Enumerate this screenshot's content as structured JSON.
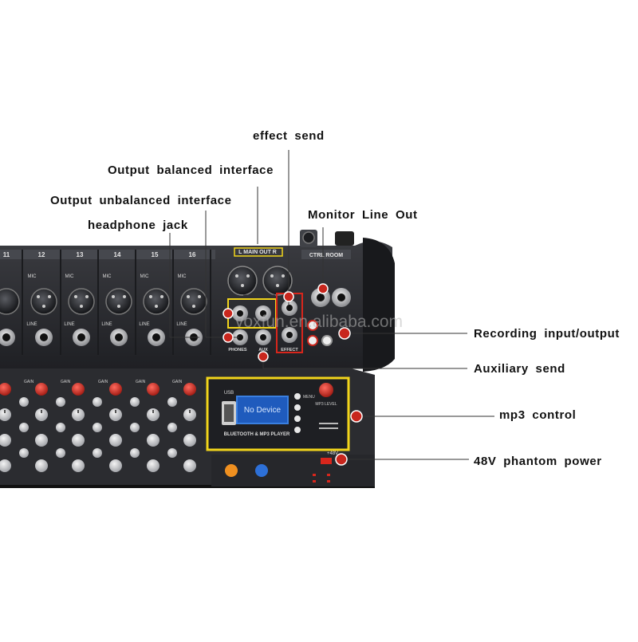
{
  "callouts": {
    "effect_send": "effect send",
    "output_balanced": "Output balanced interface",
    "output_unbalanced": "Output unbalanced interface",
    "headphone_jack": "headphone jack",
    "monitor_line_out": "Monitor Line Out",
    "recording_io": "Recording input/output",
    "auxiliary_send": "Auxiliary send",
    "mp3_control": "mp3 control",
    "phantom_power": "48V phantom power"
  },
  "panel": {
    "channels": [
      "11",
      "12",
      "13",
      "14",
      "15",
      "16"
    ],
    "main_out": "L  MAIN OUT  R",
    "ctrl_room": "CTRL ROOM",
    "mic": "MIC",
    "line": "LINE",
    "phones": "PHONES",
    "aux": "AUX",
    "effect": "EFFECT",
    "gain": "GAIN",
    "lcd_text": "No Device",
    "usb": "USB",
    "bt_player": "BLUETOOTH & MP3 PLAYER",
    "mp3_level": "MP3 LEVEL",
    "menu": "MENU",
    "phantom": "+48V",
    "watermark": "voxfun.en.alibaba.com"
  },
  "colors": {
    "accent_yellow": "#f2d51b",
    "accent_red": "#d8261c",
    "dot_red": "#c8261d",
    "panel_dark": "#2e2f33",
    "lcd_blue": "#3a7fe0"
  }
}
